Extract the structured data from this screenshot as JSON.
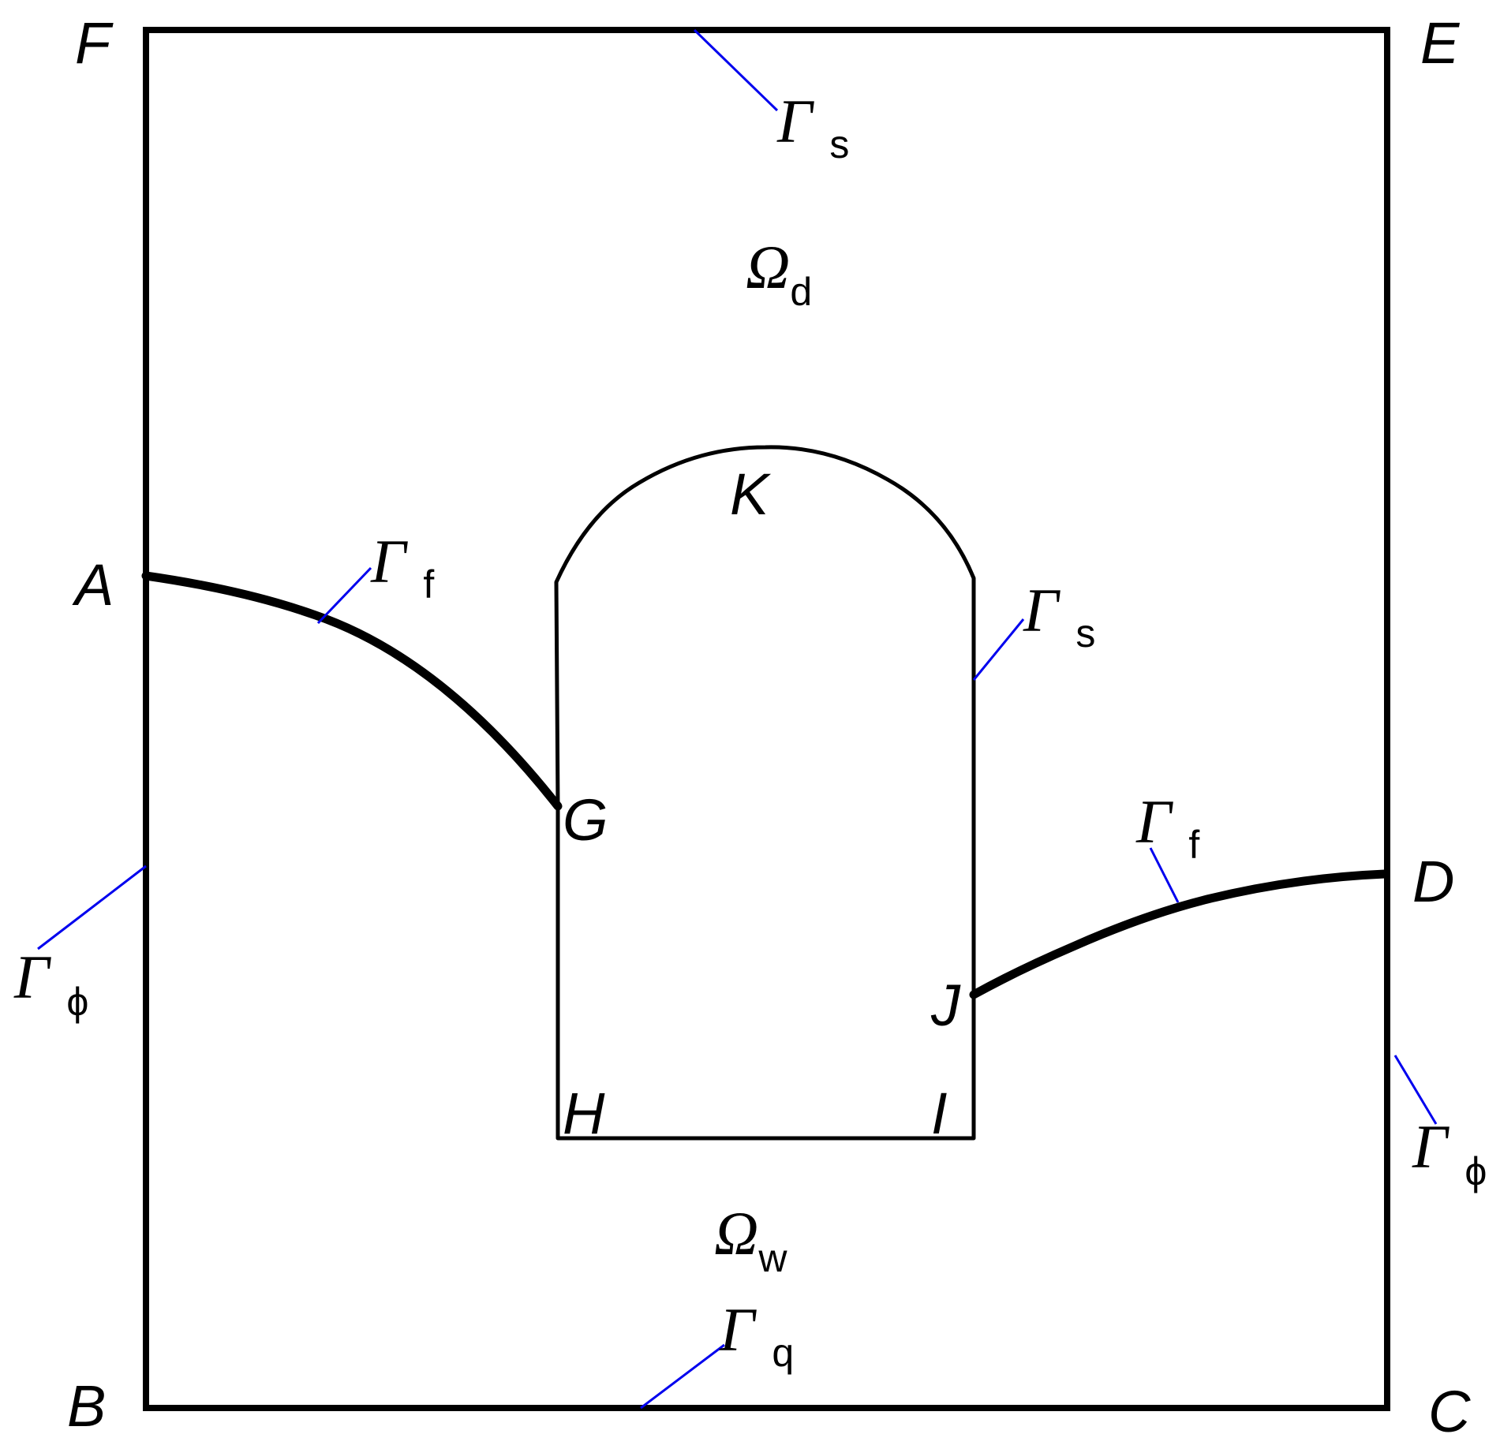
{
  "points": {
    "A": "A",
    "B": "B",
    "C": "C",
    "D": "D",
    "E": "E",
    "F": "F",
    "G": "G",
    "H": "H",
    "I": "I",
    "J": "J",
    "K": "K"
  },
  "domains": {
    "dry": {
      "symbol": "Ω",
      "sub": "d"
    },
    "wet": {
      "symbol": "Ω",
      "sub": "w"
    }
  },
  "boundaries": {
    "seepage_top": {
      "symbol": "Γ",
      "sub": "s"
    },
    "seepage_opening": {
      "symbol": "Γ",
      "sub": "s"
    },
    "free_left": {
      "symbol": "Γ",
      "sub": "f"
    },
    "free_right": {
      "symbol": "Γ",
      "sub": "f"
    },
    "head_left": {
      "symbol": "Γ",
      "sub": "ϕ"
    },
    "head_right": {
      "symbol": "Γ",
      "sub": "ϕ"
    },
    "flux_bottom": {
      "symbol": "Γ",
      "sub": "q"
    }
  },
  "colors": {
    "line": "#000000",
    "leader": "#0000ee"
  }
}
